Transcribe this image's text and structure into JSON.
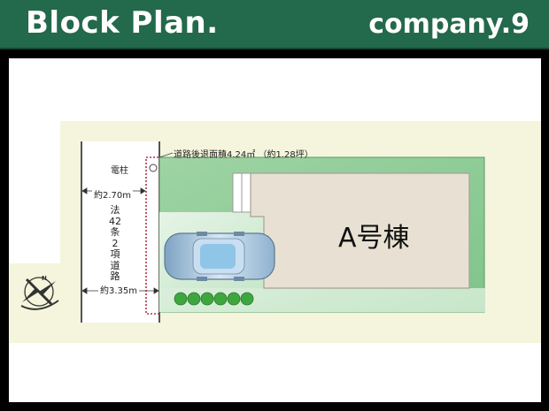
{
  "header": {
    "title": "Block Plan.",
    "company": "company.9"
  },
  "plan": {
    "utility_pole_label": "電柱",
    "setback_area_label": "道路後退面積4.24㎡ （約1.28坪）",
    "road_width_top": "約2.70m",
    "road_width_bottom": "約3.35m",
    "road_type_label": "法\n42\n条\n2\n項\n道\n路",
    "building_label": "A号棟",
    "shrub_count": 6,
    "compass_label": "N",
    "colors": {
      "header_green": "#23694b",
      "lot_green": "#7fc58b",
      "parking_green": "#d2ecd3",
      "surround_beige": "#f4f5dc",
      "building": "#e8e1d3",
      "car": "#a9c7df",
      "shrub": "#3fa63f"
    }
  }
}
